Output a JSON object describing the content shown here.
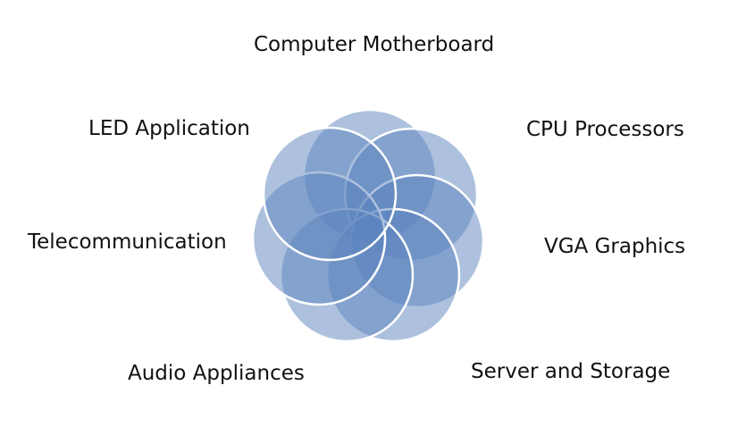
{
  "diagram": {
    "type": "overlapping-circles",
    "fill_color": "#5b84be",
    "stroke_color": "#ffffff",
    "labels": {
      "top": "Computer Motherboard",
      "top_left": "LED Application",
      "top_right": "CPU Processors",
      "middle_left": "Telecommunication",
      "middle_right": "VGA Graphics",
      "bottom_left": "Audio Appliances",
      "bottom_right": "Server and Storage"
    }
  }
}
